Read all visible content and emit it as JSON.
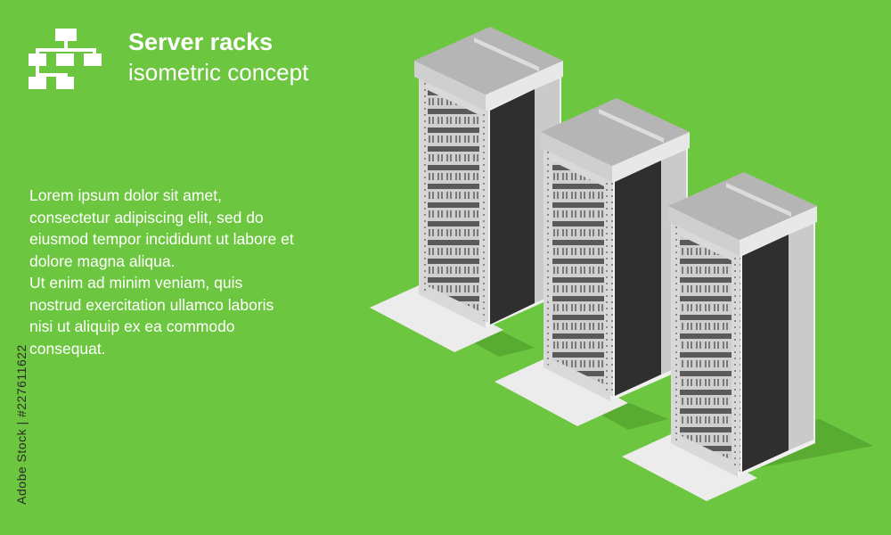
{
  "header": {
    "title": "Server racks",
    "subtitle": "isometric concept",
    "logo_icon": "sitemap-icon"
  },
  "body": {
    "paragraph_1": "Lorem ipsum dolor sit amet, consectetur adipiscing elit, sed do eiusmod tempor incididunt ut labore et dolore magna aliqua.",
    "paragraph_2": "Ut enim ad minim veniam, quis nostrud exercitation ullamco laboris nisi ut aliquip ex ea commodo consequat."
  },
  "watermark": {
    "stock_id": "Adobe Stock | #227611622",
    "text": "Adobe Stock"
  },
  "illustration": {
    "object": "server racks",
    "count": 3,
    "icon": "server-rack-icon"
  },
  "colors": {
    "background": "#6dc63f",
    "text": "#ffffff",
    "rack_light": "#e3e3e3",
    "rack_mid": "#bdbdbd",
    "rack_dark": "#3c3c3c",
    "shadow": "#4e9a2a"
  }
}
